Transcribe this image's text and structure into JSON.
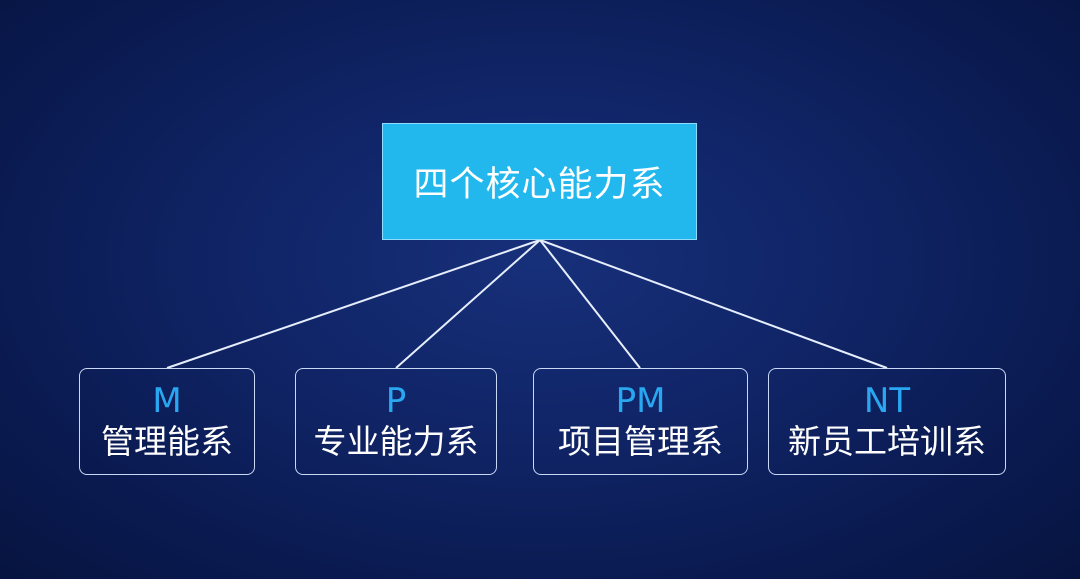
{
  "root": {
    "label": "四个核心能力系"
  },
  "children": [
    {
      "code": "M",
      "label": "管理能系"
    },
    {
      "code": "P",
      "label": "专业能力系"
    },
    {
      "code": "PM",
      "label": "项目管理系"
    },
    {
      "code": "NT",
      "label": "新员工培训系"
    }
  ],
  "colors": {
    "background": "#0f2363",
    "root_fill": "#22b8ee",
    "code_text": "#29a7f0",
    "connector": "#e6eefc"
  }
}
